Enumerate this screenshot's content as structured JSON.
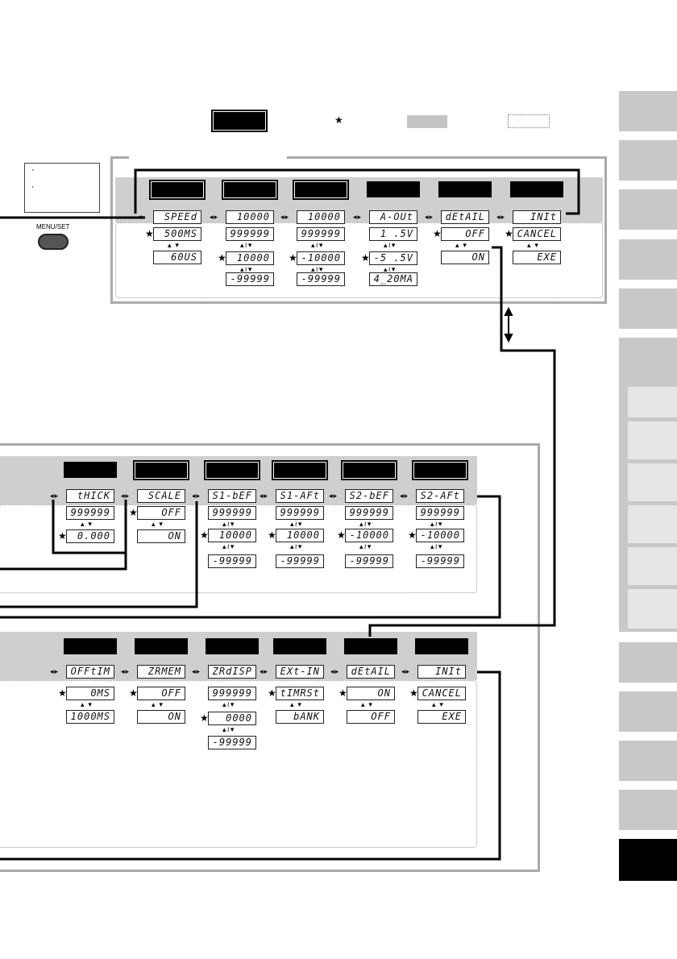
{
  "legend": {
    "star_symbol": "★"
  },
  "button": {
    "label": "MENU/SET"
  },
  "panel1": {
    "columns": [
      {
        "head": "SPEEd",
        "values": [
          "500MS",
          "60US"
        ],
        "default_index": 0
      },
      {
        "head": "10000",
        "values": [
          "999999",
          "10000",
          "-99999"
        ],
        "default_index": 1
      },
      {
        "head": "10000",
        "values": [
          "999999",
          "-10000",
          "-99999"
        ],
        "default_index": 1
      },
      {
        "head": "A-OUt",
        "values": [
          "1 .5V",
          "-5 .5V",
          "4_20MA"
        ],
        "default_index": 1
      },
      {
        "head": "dEtAIL",
        "values": [
          "OFF",
          "ON"
        ],
        "default_index": 0
      },
      {
        "head": "INIt",
        "values": [
          "CANCEL",
          "EXE"
        ],
        "default_index": 0
      }
    ]
  },
  "panel2": {
    "columns": [
      {
        "head": "tHICK",
        "values": [
          "999999",
          "0.000"
        ],
        "default_index": 1
      },
      {
        "head": "SCALE",
        "values": [
          "OFF",
          "ON"
        ],
        "default_index": 0
      },
      {
        "head": "S1-bEF",
        "values": [
          "999999",
          "10000",
          "-99999"
        ],
        "default_index": 1
      },
      {
        "head": "S1-AFt",
        "values": [
          "999999",
          "10000",
          "-99999"
        ],
        "default_index": 1
      },
      {
        "head": "S2-bEF",
        "values": [
          "999999",
          "-10000",
          "-99999"
        ],
        "default_index": 1
      },
      {
        "head": "S2-AFt",
        "values": [
          "999999",
          "-10000",
          "-99999"
        ],
        "default_index": 1
      }
    ]
  },
  "panel3": {
    "columns": [
      {
        "head": "OFFtIM",
        "values": [
          "0MS",
          "1000MS"
        ],
        "default_index": 0
      },
      {
        "head": "ZRMEM",
        "values": [
          "OFF",
          "ON"
        ],
        "default_index": 0
      },
      {
        "head": "ZRdISP",
        "values": [
          "999999",
          "0000",
          "-99999"
        ],
        "default_index": 1
      },
      {
        "head": "EXt-IN",
        "values": [
          "tIMRSt",
          "bANK"
        ],
        "default_index": 0
      },
      {
        "head": "dEtAIL",
        "values": [
          "ON",
          "OFF"
        ],
        "default_index": 0
      },
      {
        "head": "INIt",
        "values": [
          "CANCEL",
          "EXE"
        ],
        "default_index": 0
      }
    ]
  }
}
